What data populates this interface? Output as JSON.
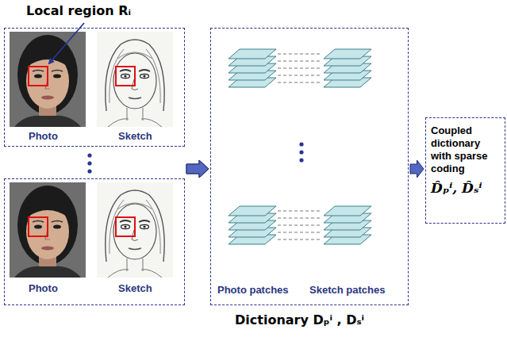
{
  "diagram": {
    "nodes": [
      {
        "text": [
          "Photo",
          "Sketch"
        ]
      },
      {
        "text": [
          "Photo",
          "Sketch"
        ]
      },
      {
        "text": [
          "Photo patches",
          "Sketch patches",
          "Dictionary Dₚⁱ , Dₛⁱ"
        ]
      },
      {
        "text": [
          "Coupled dictionary with sparse coding",
          "D̂ₚⁱ, D̂ₛⁱ"
        ]
      }
    ],
    "edges": [
      {
        "from": 0,
        "to": 2,
        "arrow": "to"
      },
      {
        "from": 1,
        "to": 2,
        "arrow": "to"
      },
      {
        "from": 2,
        "to": 3,
        "arrow": "to"
      }
    ],
    "labels": [
      "Local region Rᵢ"
    ]
  }
}
